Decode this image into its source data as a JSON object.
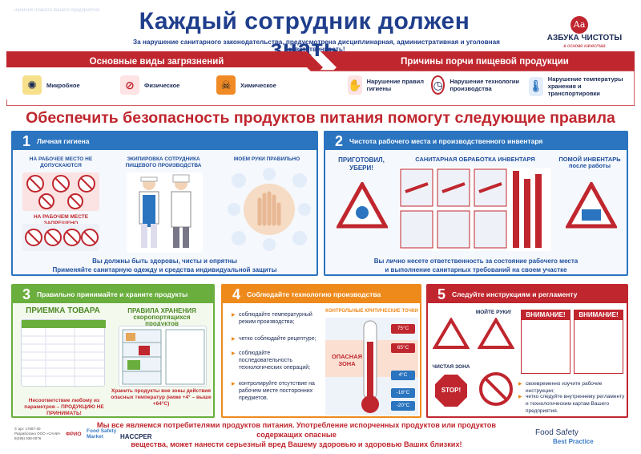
{
  "header": {
    "title": "Каждый сотрудник должен знать",
    "subtitle": "За нарушение санитарного законодательства, предусмотрена дисциплинарная, административная и уголовная ответственность!",
    "corner_note": "наличие плаката\nвашего предприятия"
  },
  "logo": {
    "badge": "Аа",
    "name": "АЗБУКА ЧИСТОТЫ",
    "tagline": "в основе качества"
  },
  "banner": {
    "left_title": "Основные виды загрязнений",
    "right_title": "Причины порчи пищевой продукции",
    "contaminants": [
      {
        "label": "Микробное",
        "icon": "microbe-icon"
      },
      {
        "label": "Физическое",
        "icon": "no-objects-icon"
      },
      {
        "label": "Химическое",
        "icon": "chemical-hazard-icon"
      }
    ],
    "causes": [
      {
        "label": "Нарушение правил гигиены",
        "icon": "hand-hygiene-icon"
      },
      {
        "label": "Нарушение технологии производства",
        "icon": "gauge-icon"
      },
      {
        "label": "Нарушение температуры хранения и транспортировки",
        "icon": "thermometer-icon"
      }
    ]
  },
  "rules_title": "Обеспечить безопасность продуктов питания помогут следующие правила",
  "panel1": {
    "number": "1",
    "title": "Личная гигиена",
    "sub1": "НА РАБОЧЕЕ МЕСТО НЕ ДОПУСКАЮТСЯ",
    "sub2": "ЭКИПИРОВКА СОТРУДНИКА ПИЩЕВОГО ПРОИЗВОДСТВА",
    "sub3": "МОЕМ РУКИ ПРАВИЛЬНО",
    "sub4": "НА РАБОЧЕМ МЕСТЕ ЗАПРЕЩЕНО",
    "footer1": "Вы должны быть здоровы, чисты и опрятны",
    "footer2": "Применяйте санитарную одежду и средства индивидуальной защиты"
  },
  "panel2": {
    "number": "2",
    "title": "Чистота рабочего места и производственного инвентаря",
    "sub1": "ПРИГОТОВИЛ, УБЕРИ!",
    "sub2": "САНИТАРНАЯ ОБРАБОТКА ИНВЕНТАРЯ",
    "sub3": "ПОМОЙ ИНВЕНТАРЬ после работы",
    "footer1": "Вы лично несете ответственность за состояние рабочего места",
    "footer2": "и выполнение санитарных требований на своем участке"
  },
  "panel3": {
    "number": "3",
    "title": "Правильно принимайте и храните продукты",
    "sub1": "ПРИЕМКА ТОВАРА",
    "sub2": "ПРАВИЛА ХРАНЕНИЯ скоропортящихся продуктов",
    "note": "Хранить продукты вне зоны действия опасных температур (ниже +4° – выше +64°С)",
    "warning": "Несоответствие любому из параметров – ПРОДУКЦИЮ НЕ ПРИНИМАТЬ!"
  },
  "panel4": {
    "number": "4",
    "title": "Соблюдайте технологию производства",
    "bullets": [
      "соблюдайте температурный режим производства;",
      "четко соблюдайте рецептуре;",
      "соблюдайте последовательность технологических операций;",
      "контролируйте отсутствие на рабочем месте посторонних предметов."
    ],
    "chart_title": "КОНТРОЛЬНЫЕ КРИТИЧЕСКИЕ ТОЧКИ",
    "danger_zone": "ОПАСНАЯ ЗОНА",
    "temps": [
      "75°С",
      "65°С",
      "4°С",
      "-18°С",
      "-20°С"
    ]
  },
  "panel5": {
    "number": "5",
    "title": "Следуйте инструкциям и регламенту",
    "sign1": "МОЙТЕ РУКИ!",
    "sign2": "ЧИСТАЯ ЗОНА",
    "sign3": "STOP!",
    "attention1": "ВНИМАНИЕ!",
    "attention2": "ВНИМАНИЕ!",
    "bullets": [
      "своевременно изучите рабочие инструкции;",
      "четко следуйте внутреннему регламенту и технологическим картам Вашего предприятия."
    ]
  },
  "footer": {
    "line1": "Мы все являемся потребителями продуктов питания. Употребление испорченных  продуктов или продуктов содержащих опасные",
    "line2": "вещества, может нанести серьезный вред Вашему здоровью и здоровью Ваших близких!",
    "small": "© арт. 17687-30\nРазработано ООО «САНИ»\n8(495) 938-0076",
    "brand1": "ФРИО",
    "brand2": "Food Safety Market",
    "brand3": "HACCPER",
    "fs_logo": "Food Safety",
    "fs_sub": "Best Practice"
  },
  "colors": {
    "navy": "#1f3e8c",
    "red": "#c0262e",
    "blue_panel": "#2b74bf",
    "green_panel": "#6aae3e",
    "orange_panel": "#ee8a1c",
    "red_panel": "#c0262e"
  }
}
